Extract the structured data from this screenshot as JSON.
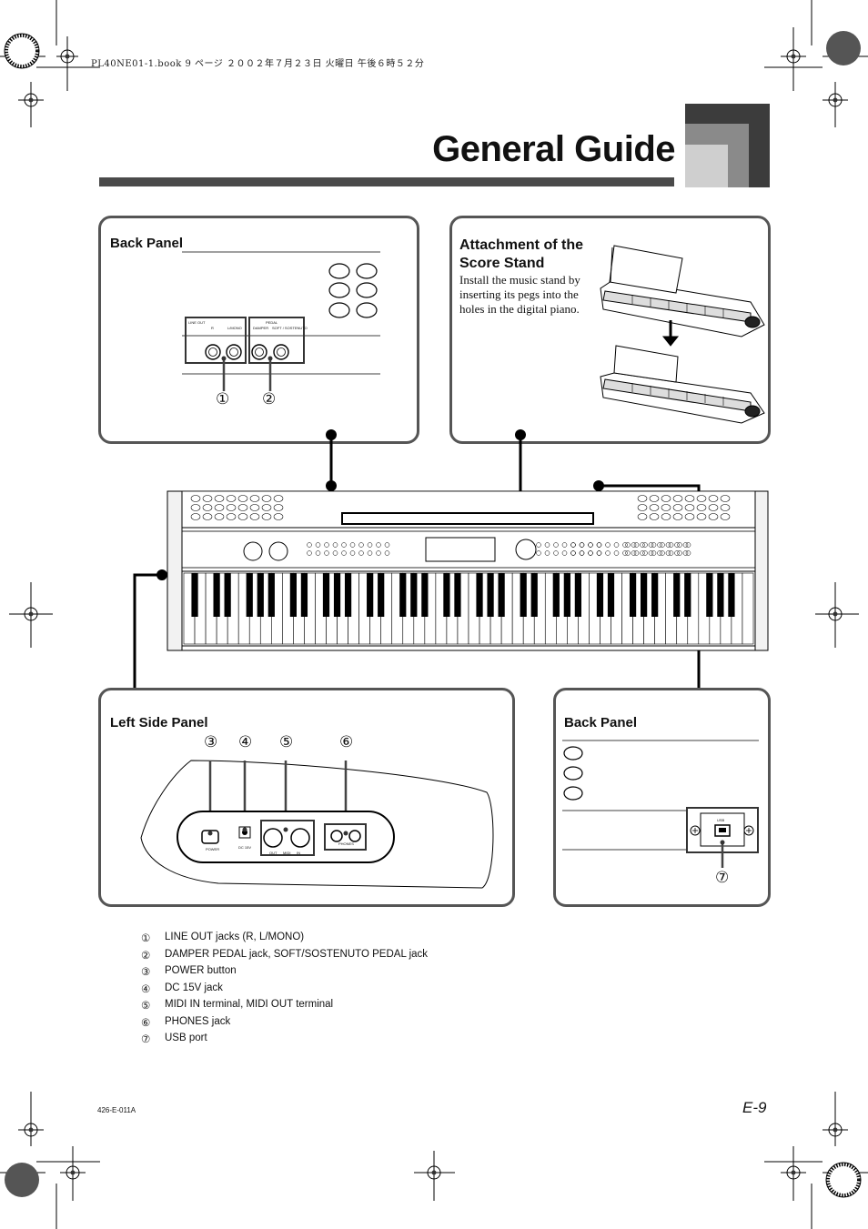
{
  "header": {
    "print_line": "PL40NE01-1.book  9 ページ  ２００２年７月２３日  火曜日  午後６時５２分"
  },
  "title": "General Guide",
  "panels": {
    "back_panel_top": {
      "title": "Back Panel",
      "label_line_out": "LINE OUT",
      "label_r": "R",
      "label_lmono": "L/MONO",
      "label_pedal": "PEDAL",
      "label_damper": "DAMPER",
      "label_soft": "SOFT / SOSTENUTO",
      "callout_1": "①",
      "callout_2": "②"
    },
    "score_stand": {
      "title_line1": "Attachment of the",
      "title_line2": "Score Stand",
      "body": "Install the music stand by inserting its pegs into the holes in the digital piano."
    },
    "left_side": {
      "title": "Left Side Panel",
      "callout_3": "③",
      "callout_4": "④",
      "callout_5": "⑤",
      "callout_6": "⑥",
      "label_power": "POWER",
      "label_dc": "DC 15V",
      "label_midi_out": "OUT",
      "label_midi_in": "IN",
      "label_midi": "MIDI",
      "label_phones": "PHONES"
    },
    "back_panel_bottom": {
      "title": "Back Panel",
      "label_usb": "USB",
      "callout_7": "⑦"
    }
  },
  "legend": [
    {
      "num": "①",
      "text": "LINE OUT jacks (R, L/MONO)"
    },
    {
      "num": "②",
      "text": "DAMPER PEDAL jack, SOFT/SOSTENUTO PEDAL jack"
    },
    {
      "num": "③",
      "text": "POWER button"
    },
    {
      "num": "④",
      "text": "DC 15V jack"
    },
    {
      "num": "⑤",
      "text": "MIDI IN terminal, MIDI OUT terminal"
    },
    {
      "num": "⑥",
      "text": "PHONES jack"
    },
    {
      "num": "⑦",
      "text": "USB port"
    }
  ],
  "footer": {
    "code": "426-E-011A",
    "page": "E-9"
  },
  "colors": {
    "title_bar": "#4a4a4a",
    "panel_border": "#555555"
  }
}
